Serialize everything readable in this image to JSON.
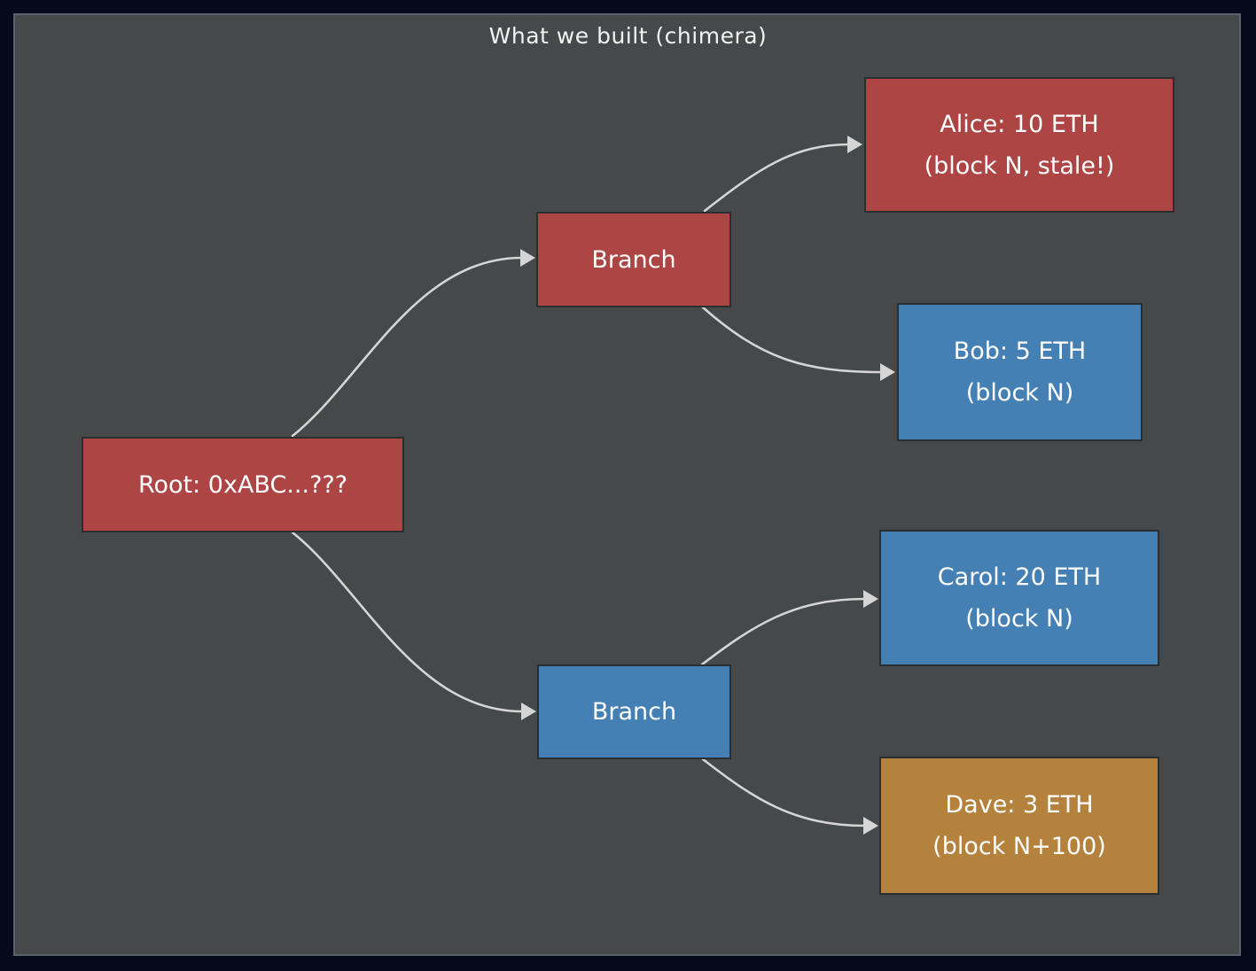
{
  "title": "What we built (chimera)",
  "colors": {
    "background_frame": "#05091a",
    "panel": "#464949",
    "panel_border": "#5a616b",
    "node_border": "#2b2e2f",
    "node_text": "#ffffff",
    "red": "#ad4545",
    "blue": "#4580b5",
    "orange": "#b5823e",
    "edge": "#d5d5d5"
  },
  "diagram": {
    "type": "tree",
    "nodes": {
      "root": {
        "label": "Root: 0xABC...???",
        "fill": "#ad4545"
      },
      "branch_top": {
        "label": "Branch",
        "fill": "#ad4545"
      },
      "branch_bottom": {
        "label": "Branch",
        "fill": "#4580b5"
      },
      "alice": {
        "line1": "Alice: 10 ETH",
        "line2": "(block N, stale!)",
        "fill": "#ad4545"
      },
      "bob": {
        "line1": "Bob: 5 ETH",
        "line2": "(block N)",
        "fill": "#4580b5"
      },
      "carol": {
        "line1": "Carol: 20 ETH",
        "line2": "(block N)",
        "fill": "#4580b5"
      },
      "dave": {
        "line1": "Dave: 3 ETH",
        "line2": "(block N+100)",
        "fill": "#b5823e"
      }
    },
    "edges": [
      {
        "from": "root",
        "to": "branch_top"
      },
      {
        "from": "root",
        "to": "branch_bottom"
      },
      {
        "from": "branch_top",
        "to": "alice"
      },
      {
        "from": "branch_top",
        "to": "bob"
      },
      {
        "from": "branch_bottom",
        "to": "carol"
      },
      {
        "from": "branch_bottom",
        "to": "dave"
      }
    ]
  }
}
